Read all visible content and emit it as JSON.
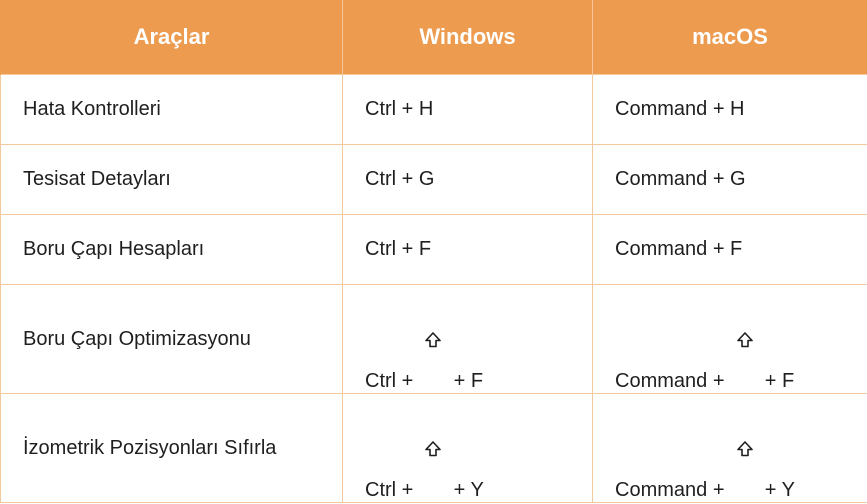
{
  "table": {
    "headers": {
      "tools": "Araçlar",
      "windows": "Windows",
      "macos": "macOS"
    },
    "rows": [
      {
        "tool": "Hata Kontrolleri",
        "windows": {
          "before": "Ctrl + H"
        },
        "macos": {
          "before": "Command + H"
        }
      },
      {
        "tool": "Tesisat Detayları",
        "windows": {
          "before": "Ctrl + G"
        },
        "macos": {
          "before": "Command + G"
        }
      },
      {
        "tool": "Boru Çapı Hesapları",
        "windows": {
          "before": "Ctrl + F"
        },
        "macos": {
          "before": "Command + F"
        }
      },
      {
        "tool": "Boru Çapı Optimizasyonu",
        "windows": {
          "before": "Ctrl + ",
          "icon": "shift-icon",
          "after": " + F"
        },
        "macos": {
          "before": "Command + ",
          "icon": "shift-icon",
          "after": " + F"
        }
      },
      {
        "tool": "İzometrik Pozisyonları Sıfırla",
        "windows": {
          "before": "Ctrl + ",
          "icon": "shift-icon",
          "after": " + Y"
        },
        "macos": {
          "before": "Command + ",
          "icon": "shift-icon",
          "after": " + Y"
        }
      }
    ]
  },
  "colors": {
    "header_bg": "#ec9b4f",
    "header_text": "#ffffff",
    "border": "#f2c89c",
    "body_text": "#1f1f1f"
  }
}
